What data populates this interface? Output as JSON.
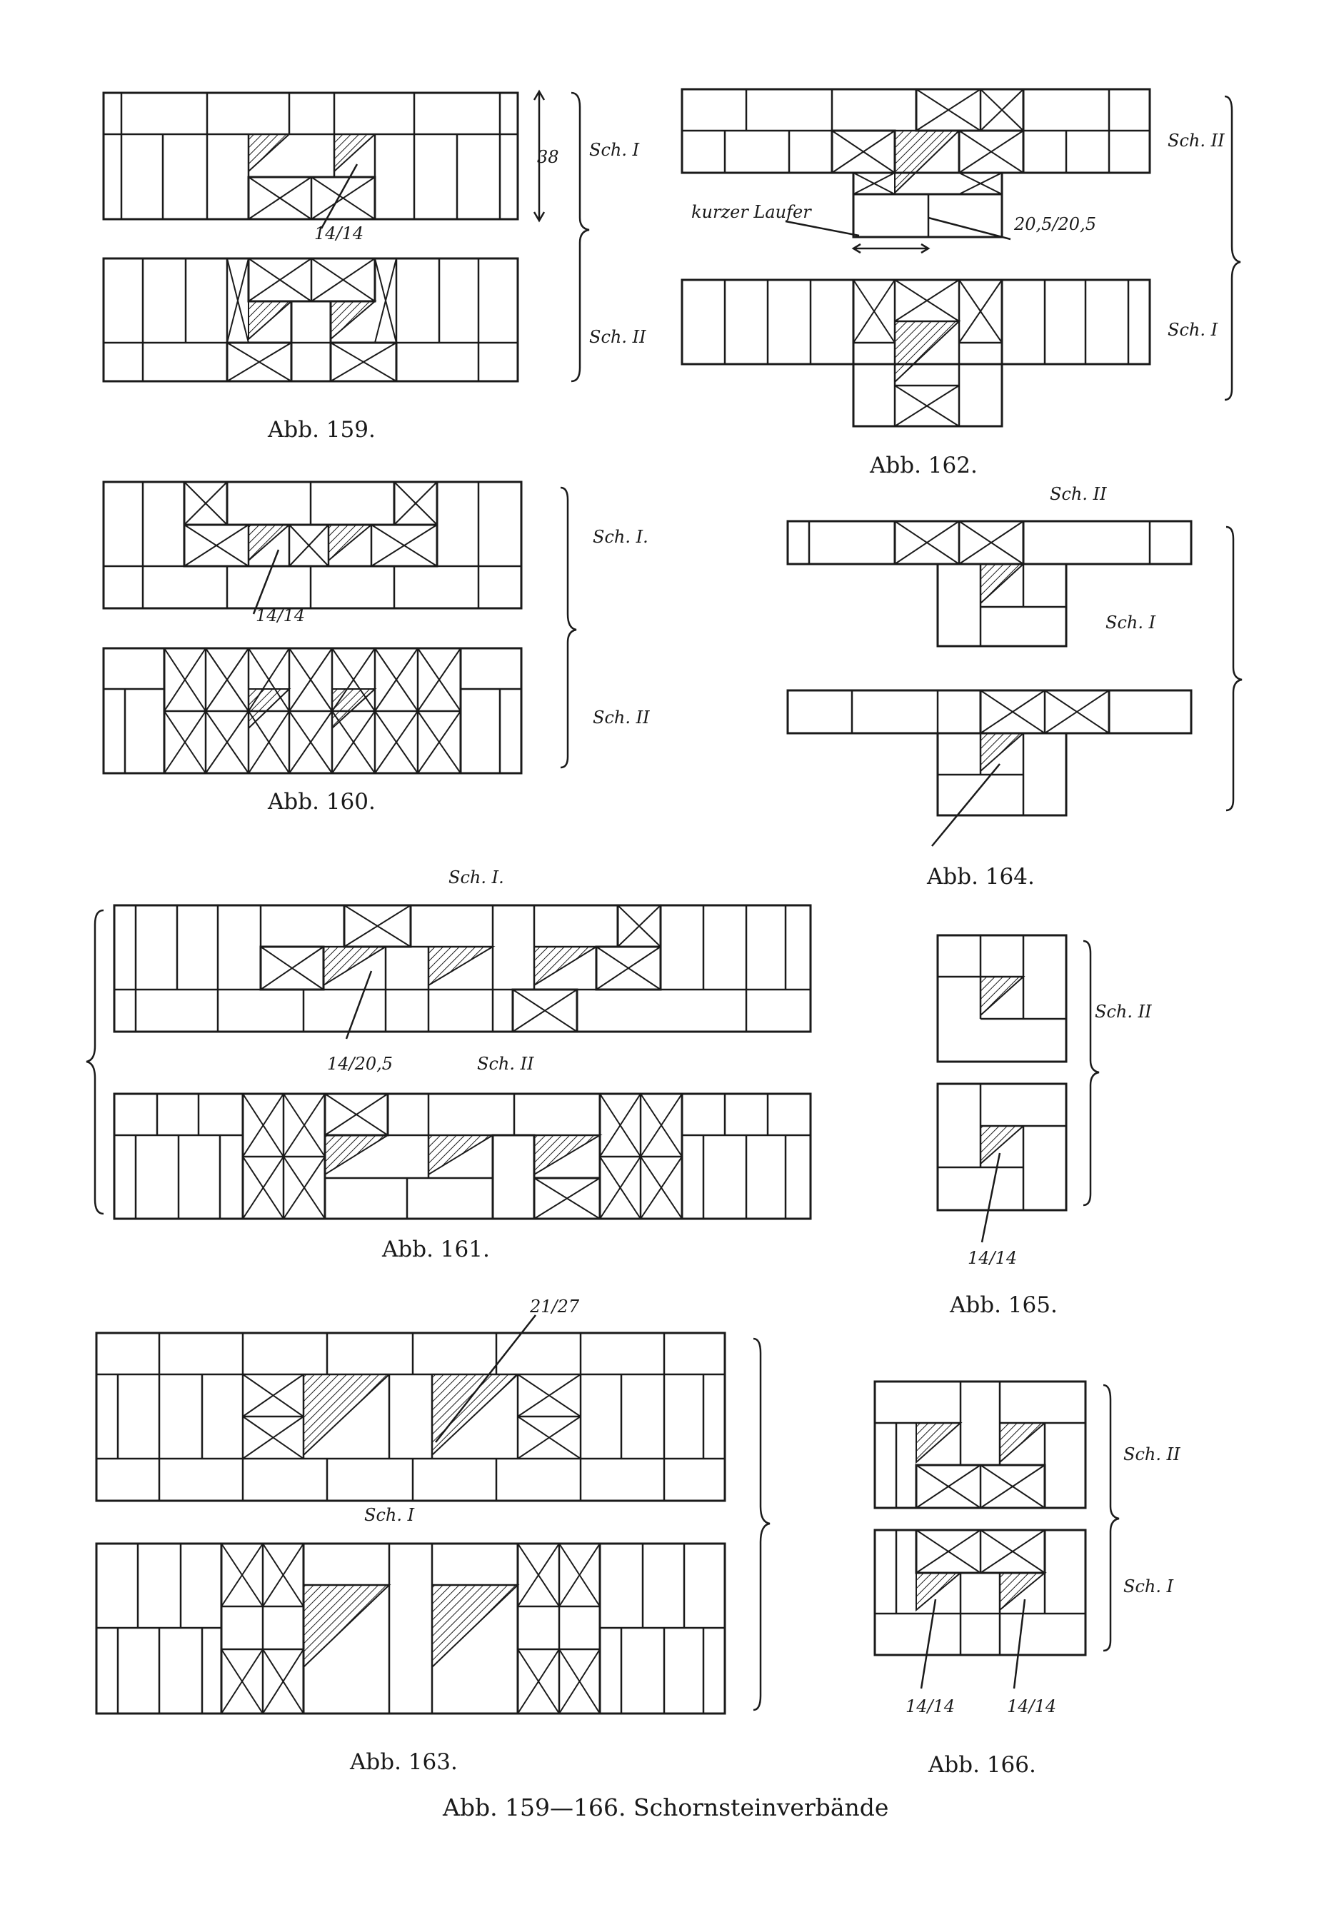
{
  "plate_title": "Abb. 159—166. Schornsteinverbände",
  "figures": [
    {
      "id": "159",
      "caption": "Abb. 159.",
      "labels": [
        "38",
        "Sch. I",
        "Sch. II",
        "14/14"
      ]
    },
    {
      "id": "160",
      "caption": "Abb. 160.",
      "labels": [
        "Sch. I.",
        "Sch. II",
        "14/14"
      ]
    },
    {
      "id": "161",
      "caption": "Abb. 161.",
      "labels": [
        "Sch. I.",
        "Sch. II",
        "14/20,5"
      ]
    },
    {
      "id": "162",
      "caption": "Abb. 162.",
      "labels": [
        "Sch. II",
        "Sch. I",
        "kurzer Laufer",
        "20,5/20,5"
      ]
    },
    {
      "id": "163",
      "caption": "Abb. 163.",
      "labels": [
        "Sch. I",
        "21/27"
      ]
    },
    {
      "id": "164",
      "caption": "Abb. 164.",
      "labels": [
        "Sch. II",
        "Sch. I"
      ]
    },
    {
      "id": "165",
      "caption": "Abb. 165.",
      "labels": [
        "Sch. II",
        "14/14"
      ]
    },
    {
      "id": "166",
      "caption": "Abb. 166.",
      "labels": [
        "Sch. II",
        "Sch. I",
        "14/14",
        "14/14"
      ]
    }
  ]
}
